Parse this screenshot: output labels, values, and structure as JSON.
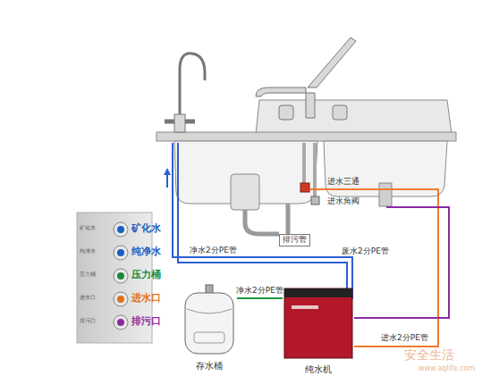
{
  "diagram": {
    "nodes": [
      {
        "text": [
          "矿化水",
          "纯净水",
          "压力桶",
          "进水口",
          "排污口"
        ]
      },
      {
        "text": [
          "存水桶"
        ]
      },
      {
        "text": [
          "纯水机"
        ]
      }
    ],
    "edges": [
      {
        "from": 1,
        "to": 2,
        "arrow": "none",
        "label": "净水2分PE管"
      }
    ],
    "labels": [
      "进水三通",
      "进水角阀",
      "排污管",
      "废水2分PE管",
      "净水2分PE管",
      "进水2分PE管",
      "矿化水",
      "纯净水",
      "压力桶",
      "进水口",
      "排污口",
      "安全生活",
      "www.aqlife.com"
    ]
  }
}
